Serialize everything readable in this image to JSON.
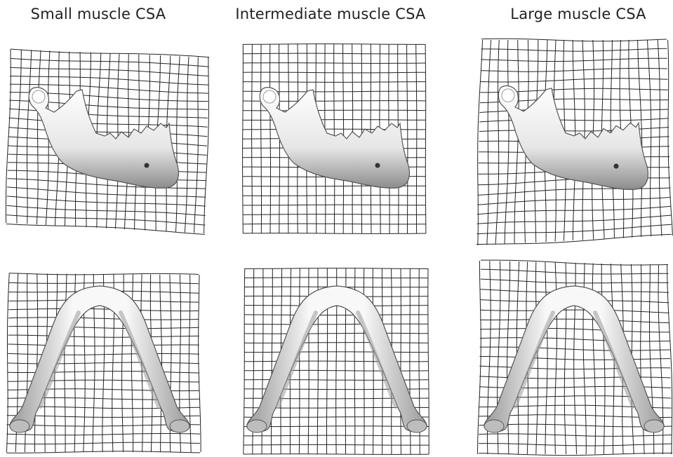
{
  "columns": [
    {
      "title": "Small muscle CSA"
    },
    {
      "title": "Intermediate muscle CSA"
    },
    {
      "title": "Large muscle CSA"
    }
  ],
  "colors": {
    "grid_line": "#222222",
    "bone_fill": "#f2f2f2",
    "bone_shadow": "#9a9a9a",
    "bone_outline": "#555555",
    "background": "#ffffff"
  }
}
